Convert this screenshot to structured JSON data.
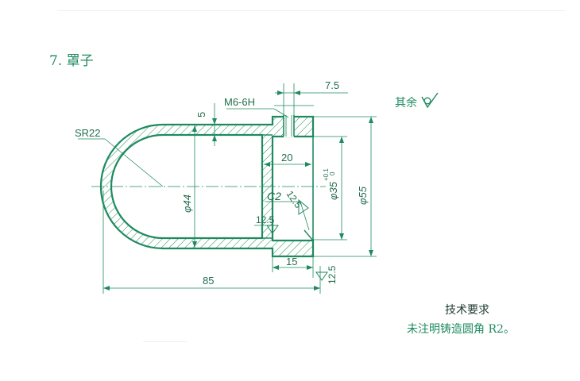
{
  "title": "7. 罩子",
  "surface_note": "其余",
  "requirements": {
    "heading": "技术要求",
    "text": "未注明铸造圆角 R2。"
  },
  "dimensions": {
    "sr": "SR22",
    "thread": "M6-6H",
    "d7_5": "7.5",
    "d5": "5",
    "d20": "20",
    "d44": "φ44",
    "d35": "φ35",
    "d35_tol_upper": "+0.1",
    "d35_tol_lower": "0",
    "d55": "φ55",
    "chamfer": "C2",
    "rough_12_5_a": "12.5",
    "rough_12_5_b": "12.5",
    "rough_12_5_c": "12.5",
    "d15": "15",
    "d85": "85"
  },
  "colors": {
    "line": "#1f8a60",
    "hatch": "#1f8a60",
    "text": "#1f6d4d"
  }
}
